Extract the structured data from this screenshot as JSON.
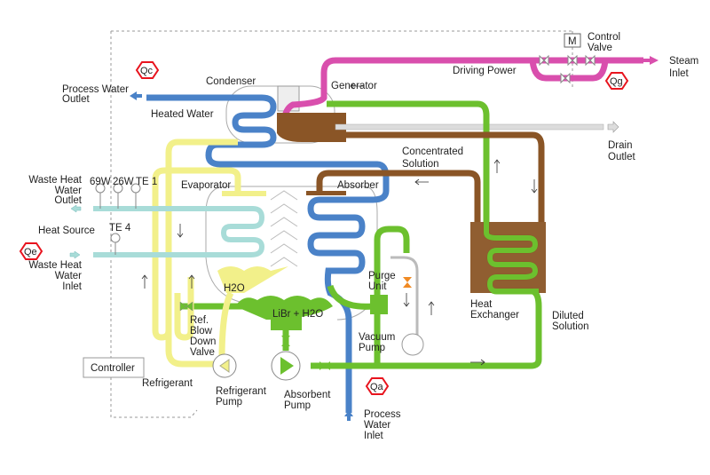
{
  "colors": {
    "steam": "#d94fad",
    "process_water": "#4a82c8",
    "waste_heat": "#a8dcd8",
    "refrigerant": "#f2f08a",
    "diluted_solution": "#6cc02e",
    "concentrated_solution": "#8a5526",
    "drain": "#dcdcdc",
    "heat_flow_marker": "#e8141e"
  },
  "heat_flows": {
    "qc": "Qc",
    "qg": "Qg",
    "qe": "Qe",
    "qa": "Qa"
  },
  "labels": {
    "condenser": "Condenser",
    "generator": "Generator",
    "evaporator": "Evaporator",
    "absorber": "Absorber",
    "heated_water": "Heated Water",
    "driving_power": "Driving Power",
    "control_valve": [
      "Control",
      "Valve"
    ],
    "motor": "M",
    "steam_inlet": [
      "Steam",
      "Inlet"
    ],
    "drain_outlet": [
      "Drain",
      "Outlet"
    ],
    "concentrated_solution": [
      "Concentrated",
      "Solution"
    ],
    "process_water_outlet": [
      "Process Water",
      "Outlet"
    ],
    "process_water_inlet": [
      "Process",
      "Water",
      "Inlet"
    ],
    "waste_heat_water_outlet": [
      "Waste Heat",
      "Water",
      "Outlet"
    ],
    "waste_heat_water_inlet": [
      "Waste Heat",
      "Water",
      "Inlet"
    ],
    "heat_source": "Heat Source",
    "sensors": [
      "69W",
      "26W",
      "TE 1",
      "TE 4"
    ],
    "h2o": "H2O",
    "libr_h2o": "LiBr + H2O",
    "ref_blow_down_valve": [
      "Ref.",
      "Blow",
      "Down",
      "Valve"
    ],
    "controller": "Controller",
    "refrigerant": "Refrigerant",
    "refrigerant_pump": [
      "Refrigerant",
      "Pump"
    ],
    "absorbent_pump": [
      "Absorbent",
      "Pump"
    ],
    "purge_unit": [
      "Purge",
      "Unit"
    ],
    "vacuum_pump": [
      "Vacuum",
      "Pump"
    ],
    "heat_exchanger": [
      "Heat",
      "Exchanger"
    ],
    "diluted_solution": [
      "Diluted",
      "Solution"
    ]
  }
}
